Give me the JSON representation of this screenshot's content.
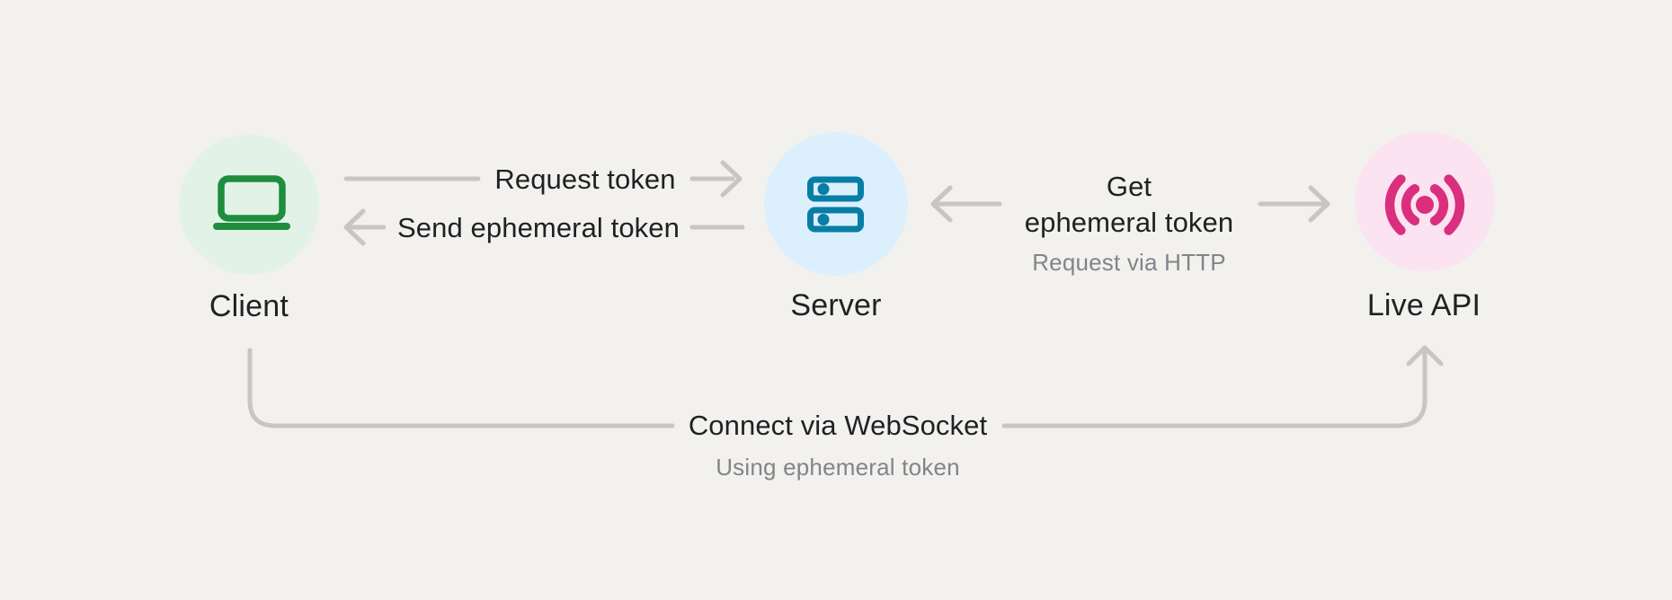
{
  "canvas": {
    "background": "#f2f1ee"
  },
  "colors": {
    "connector": "#c7c6c2",
    "text_primary": "#202124",
    "text_secondary": "#828489",
    "client_circle_bg": "#e3f2e6",
    "client_icon": "#1e8e3e",
    "server_circle_bg": "#dbf0fc",
    "server_icon": "#087da6",
    "live_api_circle_bg": "#fbe3f1",
    "live_api_icon": "#da2e7e"
  },
  "nodes": {
    "client": {
      "label": "Client",
      "icon": "laptop-icon"
    },
    "server": {
      "label": "Server",
      "icon": "server-icon"
    },
    "live_api": {
      "label": "Live API",
      "icon": "broadcast-icon"
    }
  },
  "edges": {
    "request_token": {
      "label": "Request token",
      "direction": "client-to-server-right"
    },
    "send_ephemeral_token": {
      "label": "Send ephemeral token",
      "direction": "server-to-client-left"
    },
    "get_ephemeral_token": {
      "label_line1": "Get",
      "label_line2": "ephemeral token",
      "sublabel": "Request via HTTP",
      "direction": "bidirectional"
    },
    "connect_websocket": {
      "label": "Connect via WebSocket",
      "sublabel": "Using ephemeral token",
      "direction": "client-to-live-api-up"
    }
  }
}
